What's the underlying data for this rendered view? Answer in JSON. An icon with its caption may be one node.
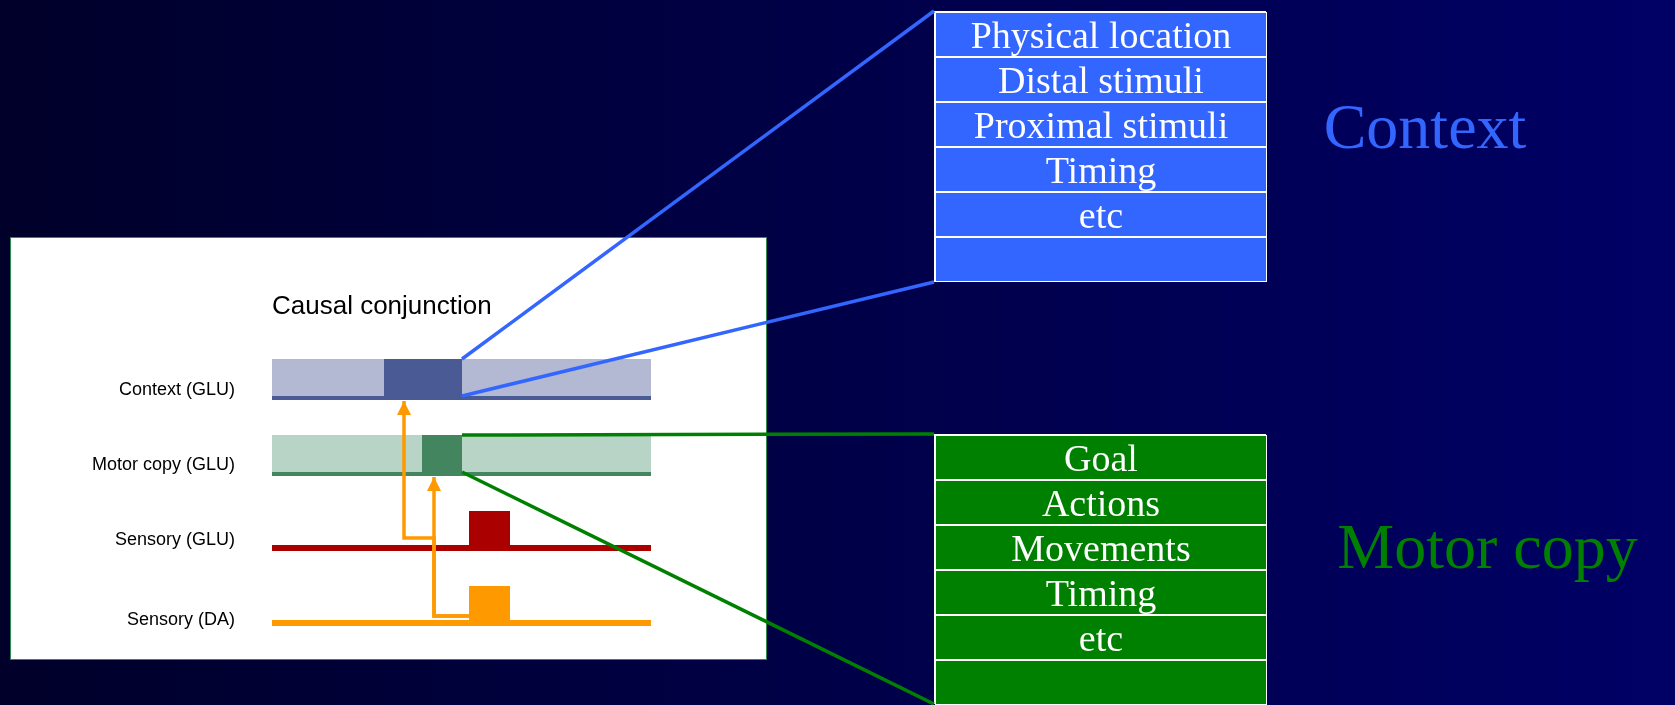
{
  "diagram": {
    "nodes": [
      {
        "text": [
          "Causal conjunction"
        ]
      },
      {
        "text": [],
        "shape": "bar",
        "in": 0
      },
      {
        "text": [],
        "shape": "box",
        "in": 1
      },
      {
        "text": [],
        "shape": "bar",
        "in": 0
      },
      {
        "text": [],
        "shape": "box",
        "in": 3
      },
      {
        "text": [],
        "shape": "line",
        "in": 0
      },
      {
        "text": [],
        "shape": "line",
        "in": 0
      },
      {
        "text": [],
        "shape": "box",
        "beside": [
          "Context"
        ]
      },
      {
        "text": [
          "Physical location"
        ],
        "in": 7
      },
      {
        "text": [
          "Distal stimuli"
        ],
        "in": 7
      },
      {
        "text": [
          "Proximal stimuli"
        ],
        "in": 7
      },
      {
        "text": [
          "Timing"
        ],
        "in": 7
      },
      {
        "text": [
          "etc"
        ],
        "in": 7
      },
      {
        "text": [],
        "shape": "box",
        "in": 7
      },
      {
        "text": [],
        "shape": "box",
        "beside": [
          "Motor copy"
        ]
      },
      {
        "text": [
          "Goal"
        ],
        "in": 14
      },
      {
        "text": [
          "Actions"
        ],
        "in": 14
      },
      {
        "text": [
          "Movements"
        ],
        "in": 14
      },
      {
        "text": [
          "Timing"
        ],
        "in": 14
      },
      {
        "text": [
          "etc"
        ],
        "in": 14
      },
      {
        "text": [],
        "shape": "box",
        "in": 14
      }
    ],
    "edges": [
      {
        "from": 2,
        "to": 7,
        "arrow": "none",
        "color": "#3366ff"
      },
      {
        "from": 2,
        "to": 7,
        "arrow": "none",
        "color": "#3366ff"
      },
      {
        "from": 4,
        "to": 14,
        "arrow": "none",
        "color": "#008000"
      },
      {
        "from": 4,
        "to": 14,
        "arrow": "none",
        "color": "#008000"
      },
      {
        "from": 6,
        "to": 3,
        "arrow": "to",
        "color": "#ff9900"
      },
      {
        "from": 6,
        "to": 1,
        "arrow": "to",
        "color": "#ff9900"
      }
    ],
    "labels": [
      "Context (GLU)",
      "Motor copy (GLU)",
      "Sensory (GLU)",
      "Sensory (DA)"
    ]
  }
}
